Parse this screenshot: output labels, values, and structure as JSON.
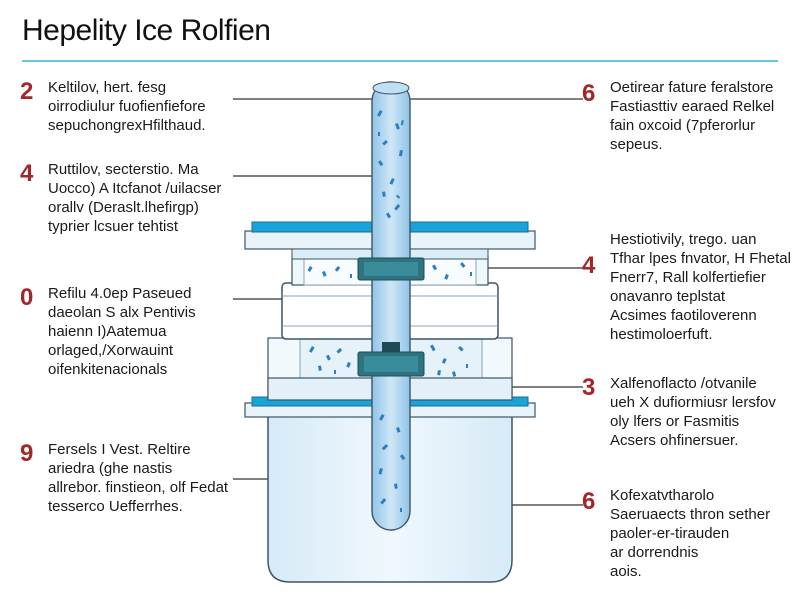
{
  "title": "Hepelity Ice Rolfien",
  "callouts_left": [
    {
      "number": "2",
      "lines": [
        "Keltilov, hert. fesg",
        "oirrodiulur fuofienfiefore",
        "sepuchongrexHfilthaud."
      ]
    },
    {
      "number": "4",
      "lines": [
        "Ruttilov, secterstio. Ma",
        "Uocco) A Itcfanot /uilacser",
        "orallv (Deraslt.lhefirgp)",
        "typrier lcsuer tehtist"
      ]
    },
    {
      "number": "0",
      "lines": [
        "Refilu 4.0ep Paseued",
        "daeolan S alx Pentivis",
        "haienn I)Aatemua",
        "orlaged,/Xorwauint",
        "oifenkitenacionals"
      ]
    },
    {
      "number": "9",
      "lines": [
        "Fersels I Vest. Reltire",
        "ariedra (ghe nastis",
        "allrebor. finstieon, olf Fedat",
        "tesserco Uefferrhes."
      ]
    }
  ],
  "callouts_right": [
    {
      "number": "6",
      "lines": [
        "Oetirear fature feralstore",
        "Fastiasttiv earaed Relkel",
        "fain oxcoid (7pferorlur",
        "sepeus."
      ]
    },
    {
      "number": "4",
      "lines": [
        "Hestiotivily, trego. uan",
        "Tfhar lpes fnvator, H Fhetal",
        "Fnerr7, Rall kolfertiefier",
        "onavanro teplstat",
        "Acsimes faotiloverenn",
        "hestimoloerfuft."
      ]
    },
    {
      "number": "3",
      "lines": [
        "Xalfenoflacto /otvanile",
        "ueh X dufiormiusr lersfov",
        "oly lfers or Fasmitis",
        "Acsers ohfinersuer."
      ]
    },
    {
      "number": "6",
      "lines": [
        "Kofexatvtharolo",
        "Saeruaects thron sether",
        "paoler-er-tirauden",
        "ar dorrendnis",
        "aois."
      ]
    }
  ],
  "colors": {
    "accent": "#1aa3d9",
    "number": "#a2262a",
    "tube_fill": "#a9d3ef",
    "body_fill": "#e3f1fa",
    "particles": "#2b7fc0"
  }
}
